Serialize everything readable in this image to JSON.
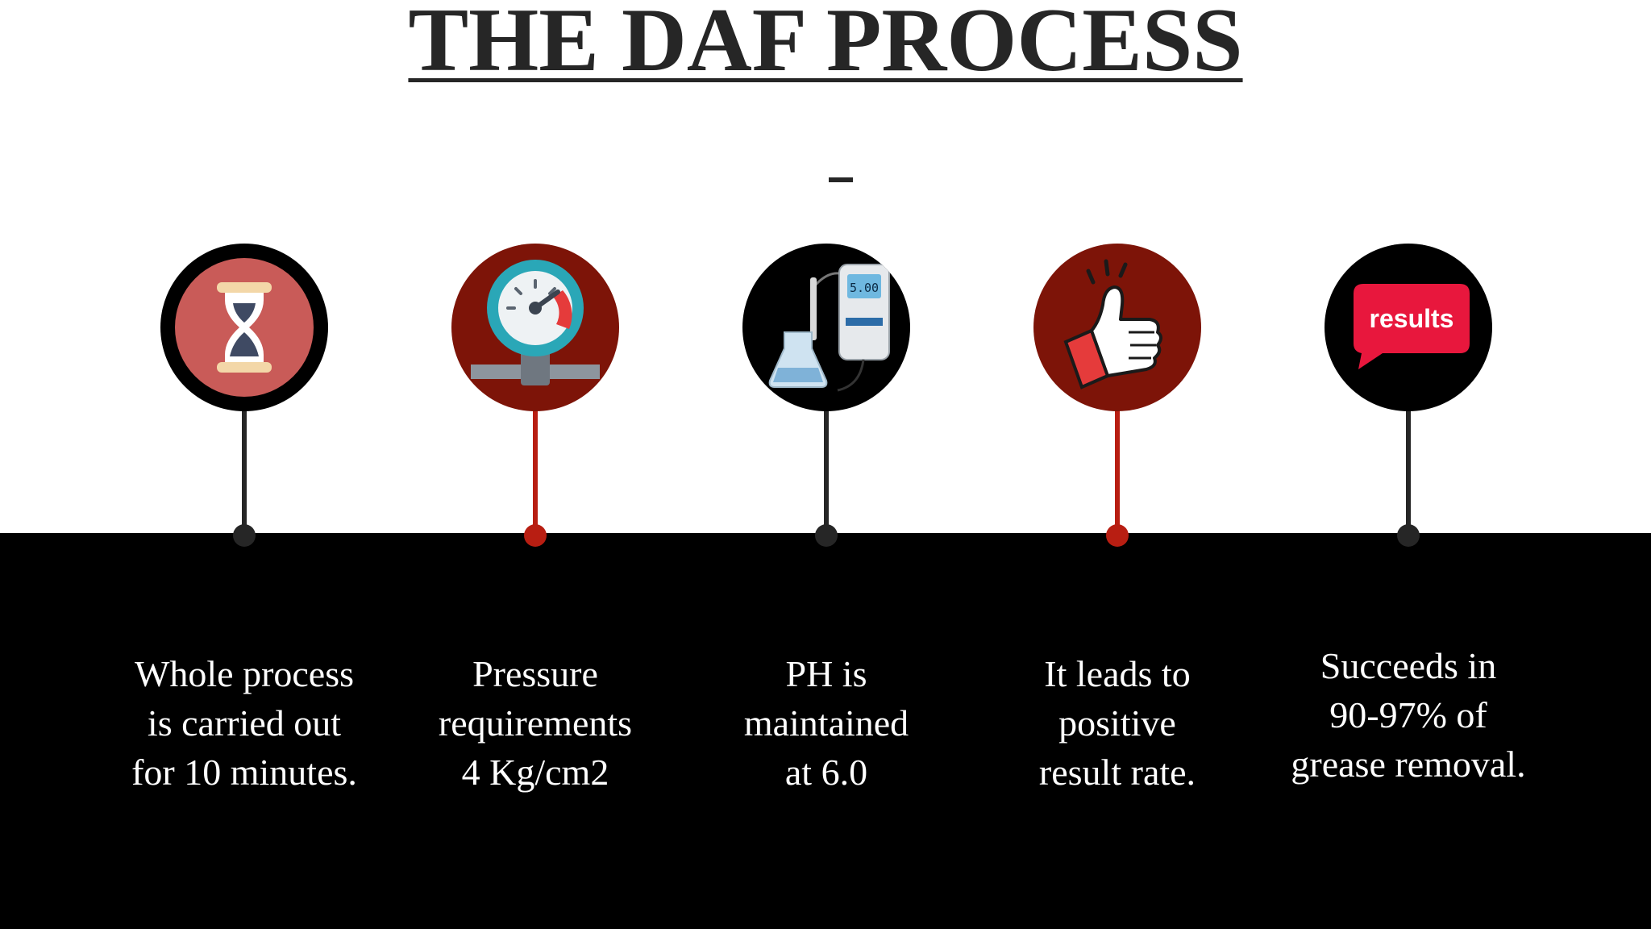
{
  "title": "THE DAF PROCESS",
  "colors": {
    "dark": "#262626",
    "red_stem": "#b81e12",
    "maroon": "#7d1408",
    "band": "#000000"
  },
  "stages": [
    {
      "icon": "hourglass-icon",
      "caption": "Whole process\nis carried out\nfor 10 minutes."
    },
    {
      "icon": "pressure-gauge-icon",
      "caption": "Pressure\nrequirements\n4 Kg/cm2"
    },
    {
      "icon": "ph-meter-icon",
      "caption": "PH is\nmaintained\nat 6.0",
      "meter_reading": "5.00"
    },
    {
      "icon": "thumbs-up-icon",
      "caption": "It leads to\npositive\nresult rate."
    },
    {
      "icon": "results-badge-icon",
      "caption": "Succeeds in\n90-97% of\ngrease removal.",
      "badge_text": "results"
    }
  ]
}
